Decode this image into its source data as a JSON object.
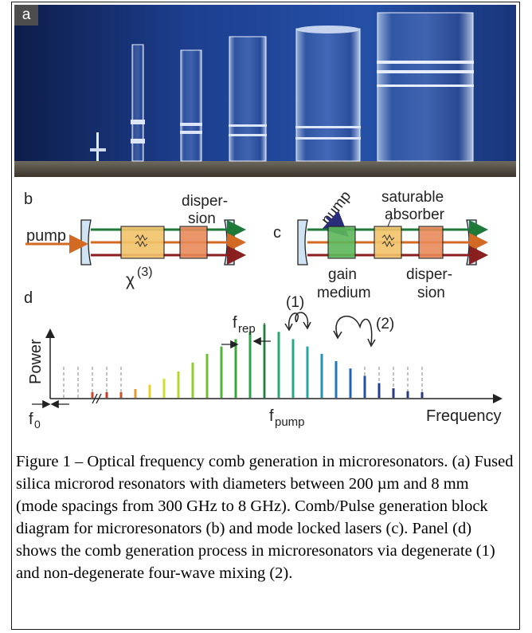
{
  "panel_labels": {
    "a": "a",
    "b": "b",
    "c": "c",
    "d": "d"
  },
  "panel_b": {
    "pump": "pump",
    "dispersion_l1": "disper-",
    "dispersion_l2": "sion",
    "chi": "χ",
    "chi_sup": "(3)"
  },
  "panel_c": {
    "pump": "pump",
    "saturable_l1": "saturable",
    "saturable_l2": "absorber",
    "gain_l1": "gain",
    "gain_l2": "medium",
    "dispersion_l1": "disper-",
    "dispersion_l2": "sion"
  },
  "panel_d": {
    "ylabel": "Power",
    "xlabel": "Frequency",
    "f0": "f",
    "f0_sub": "0",
    "frep": "f",
    "frep_sub": "rep",
    "fpump": "f",
    "fpump_sub": "pump",
    "label1": "(1)",
    "label2": "(2)",
    "comb_heights": [
      0.0,
      0.0,
      0.0,
      0.0,
      0.0,
      0.12,
      0.18,
      0.26,
      0.36,
      0.48,
      0.6,
      0.7,
      0.8,
      0.9,
      1.0,
      0.9,
      0.8,
      0.7,
      0.6,
      0.5,
      0.4,
      0.3,
      0.2,
      0.13,
      0.09,
      0.06
    ],
    "comb_colors": [
      "#d1452a",
      "#c9372a",
      "#c9532a",
      "#e59a2a",
      "#e7d22a",
      "#cfe02a",
      "#b3d72a",
      "#8fcc2c",
      "#6cc030",
      "#4fb437",
      "#3aa73b",
      "#2fa34a",
      "#2da45f",
      "#28a775",
      "#25a98b",
      "#24a7a2",
      "#2493b4",
      "#2478b8",
      "#2463b3",
      "#2351a3",
      "#243f8e",
      "#2a3a84"
    ]
  },
  "caption": "Figure 1 – Optical frequency comb generation in microresonators. (a) Fused silica microrod resonators with diameters between 200 µm and 8 mm (mode spacings from 300 GHz to 8 GHz). Comb/Pulse generation block diagram for microresonators (b) and mode locked lasers (c). Panel (d) shows the comb generation process in microresonators via degenerate (1) and non-degenerate four-wave mixing (2)."
}
